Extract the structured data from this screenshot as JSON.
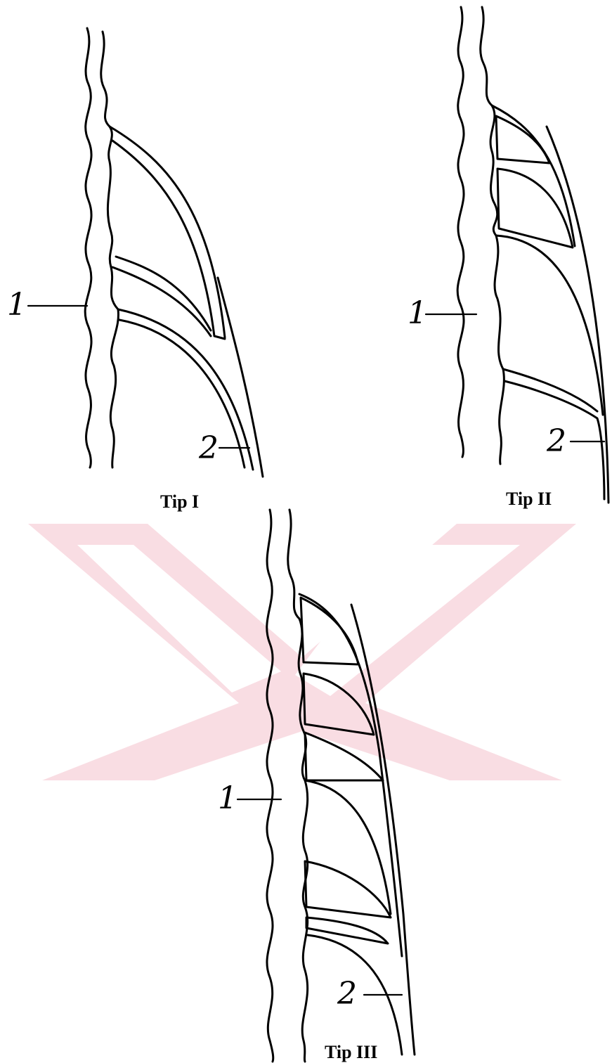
{
  "figures": [
    {
      "caption": "Tip I",
      "label_1": "1",
      "label_2": "2"
    },
    {
      "caption": "Tip II",
      "label_1": "1",
      "label_2": "2"
    },
    {
      "caption": "Tip III",
      "label_1": "1",
      "label_2": "2"
    }
  ],
  "colors": {
    "line": "#000000",
    "watermark": "#f9dde3",
    "background": "#ffffff"
  }
}
